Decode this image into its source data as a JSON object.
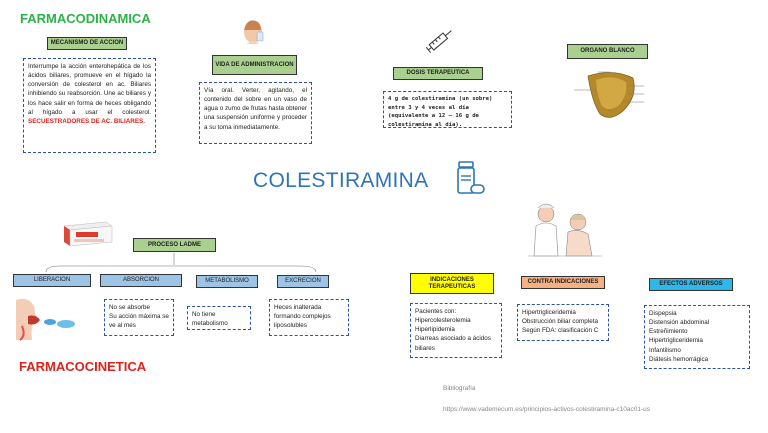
{
  "farmacodinamica": {
    "title": "FARMACODINAMICA",
    "mecanismo_label": "MECANISMO DE ACCION",
    "mecanismo_text": "Interrumpe la acción enterohepática de los ácidos biliares, promueve en el hígado la conversión de colesterol en ac. Biliares inhibiendo su reabsorción. Une ac biliares y los hace salir en forma de heces obligando al hígado a usar el colesterol.",
    "mecanismo_highlight": "SECUESTRADORES DE AC. BILIARES.",
    "via_label": "VIDA DE ADMINISTRACION",
    "via_text": "Vía oral. Verter, agitando, el contenido del sobre en un vaso de agua o zumo de frutas hasta obtener una suspensión uniforme y proceder a su toma inmediatamente.",
    "dosis_label": "DOSIS TERAPEUTICA",
    "dosis_text": "4 g de colestiramina (un sobre) entre 3 y 4 veces al día (equivalente a 12 – 16 g de colestiramina al día).",
    "organo_label": "ORGANO BLANCO"
  },
  "center": {
    "title": "COLESTIRAMINA"
  },
  "farmacocinetica": {
    "title": "FARMACOCINETICA",
    "ladme_label": "PROCESO LADME",
    "steps": [
      {
        "label": "LIBERACION"
      },
      {
        "label": "ABSORCION",
        "text": "No se absorbe\nSu acción máxima se ve al mes"
      },
      {
        "label": "METABOLISMO",
        "text": "No tiene metabolismo"
      },
      {
        "label": "EXCRECION",
        "text": "Heces inalterada formando complejos liposolubles"
      }
    ]
  },
  "clinical": {
    "indicaciones_label": "INDICACIONES TERAPEUTICAS",
    "indicaciones_text": "Pacientes con:\nHipercolesterolemia\nHiperlipidemia\nDiarreas asociado a ácidos biliares",
    "contra_label": "CONTRA INDICACIONES",
    "contra_text": "Hipertrigliceridemia\nObstrucción biliar completa\nSegún FDA: clasificación C",
    "efectos_label": "EFECTOS ADVERSOS",
    "efectos_text": "Dispepsia\nDistensión abdominal\nEstreñimiento\nHipertrigliceridemia\nInfantilismo\nDiátesis hemorrágica"
  },
  "footer": {
    "biblio_label": "Bibliografía",
    "url": "https://www.vademecum.es/principios-activos-colestiramina-c10ac01-us"
  },
  "colors": {
    "green_title": "#2db24a",
    "red_title": "#e0221c",
    "center_title": "#2e75b6",
    "dash_border": "#2a52a8"
  }
}
